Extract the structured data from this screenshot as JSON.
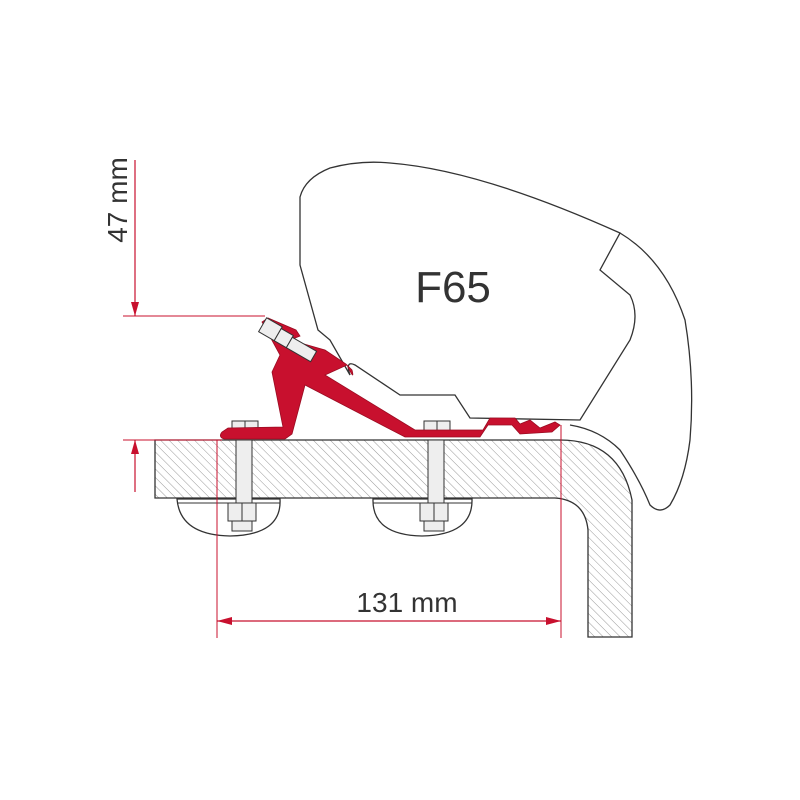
{
  "diagram": {
    "product_label": "F65",
    "dimensions": {
      "height": "47 mm",
      "width": "131 mm"
    },
    "colors": {
      "bracket": "#c8102e",
      "dimension_line": "#c8102e",
      "outline": "#333333",
      "hatch": "#888888",
      "background": "#ffffff",
      "bolt_fill": "#eeeeee"
    }
  }
}
